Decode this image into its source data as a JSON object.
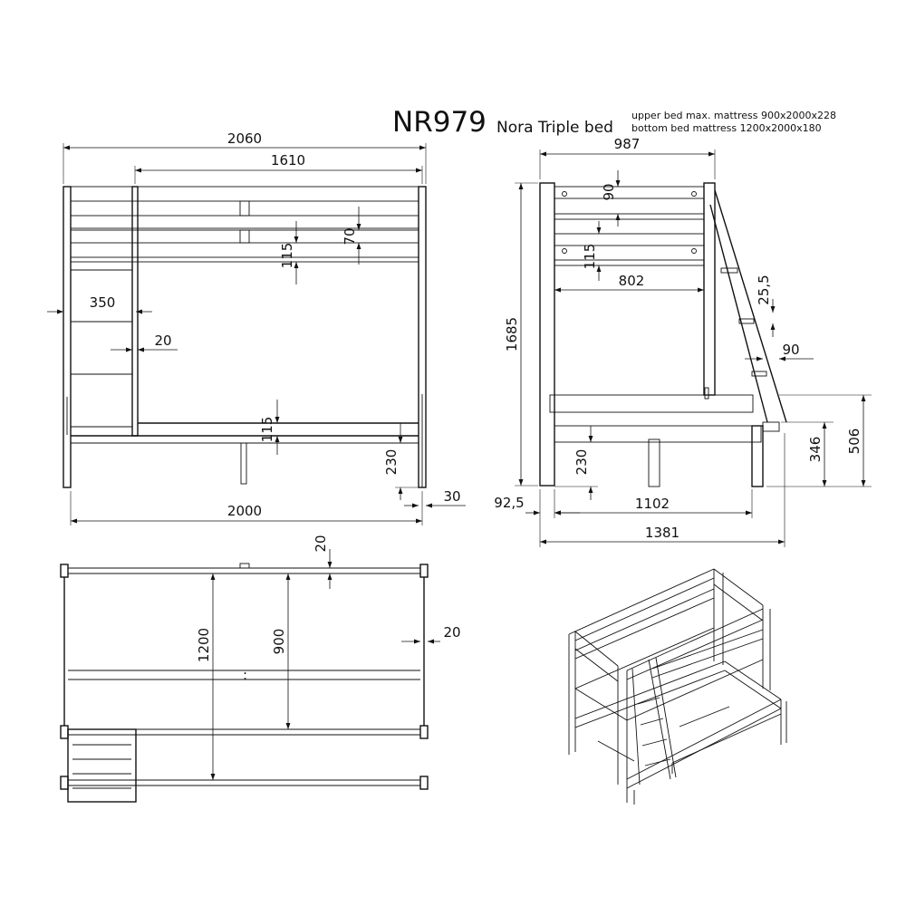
{
  "title": {
    "code": "NR979",
    "model": "Nora Triple bed",
    "note_upper": "upper bed max. mattress 900x2000x228",
    "note_bottom": "bottom bed mattress 1200x2000x180"
  },
  "front_view": {
    "dims": {
      "overall_width": "2060",
      "top_rail_width": "1610",
      "rail_gap_115": "115",
      "rail_height_70": "70",
      "ladder_width": "350",
      "ladder_offset": "20",
      "lower_rail_115": "115",
      "lower_clearance": "230",
      "foot_offset": "30",
      "base_length": "2000"
    }
  },
  "side_view": {
    "dims": {
      "top_width": "987",
      "rail_height_90": "90",
      "rail_gap_115": "115",
      "inner_width": "802",
      "overall_height": "1685",
      "step_25_5": "25,5",
      "step_90": "90",
      "height_346": "346",
      "height_506": "506",
      "lower_clearance": "230",
      "offset_92_5": "92,5",
      "lower_width": "1102",
      "overall_depth": "1381"
    }
  },
  "top_view": {
    "dims": {
      "rail_20_top": "20",
      "bottom_bed_width": "1200",
      "upper_bed_width": "900",
      "rail_20_side": "20"
    }
  }
}
